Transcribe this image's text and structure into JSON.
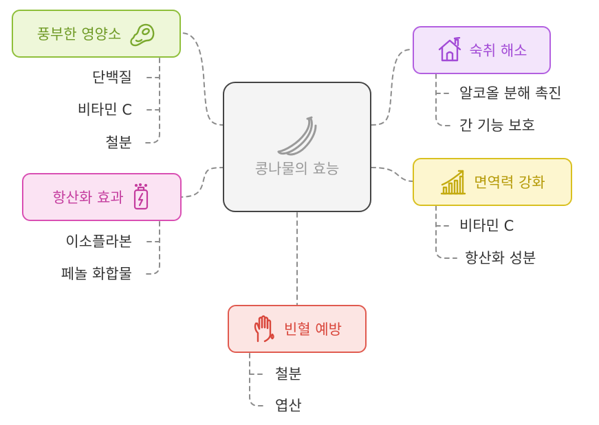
{
  "center": {
    "title": "콩나물의 효능",
    "icon": "bean-sprout-icon"
  },
  "branches": {
    "nutrients": {
      "label": "풍부한 영양소",
      "icon": "bean-icon",
      "color": "#8fbf3a",
      "bg": "#eef7d9",
      "items": [
        "단백질",
        "비타민 C",
        "철분"
      ]
    },
    "antioxidant": {
      "label": "항산화 효과",
      "icon": "battery-icon",
      "color": "#d94fb3",
      "bg": "#fbe3f3",
      "items": [
        "이소플라본",
        "페놀 화합물"
      ]
    },
    "hangover": {
      "label": "숙취 해소",
      "icon": "house-icon",
      "color": "#b25fe0",
      "bg": "#f3e5fb",
      "items": [
        "알코올 분해 촉진",
        "간 기능 보호"
      ]
    },
    "immunity": {
      "label": "면역력 강화",
      "icon": "growth-chart-icon",
      "color": "#d9c020",
      "bg": "#fdf6cf",
      "items": [
        "비타민 C",
        "항산화 성분"
      ]
    },
    "anemia": {
      "label": "빈혈 예방",
      "icon": "hand-icon",
      "color": "#e05a4f",
      "bg": "#fce5e3",
      "items": [
        "철분",
        "엽산"
      ]
    }
  }
}
